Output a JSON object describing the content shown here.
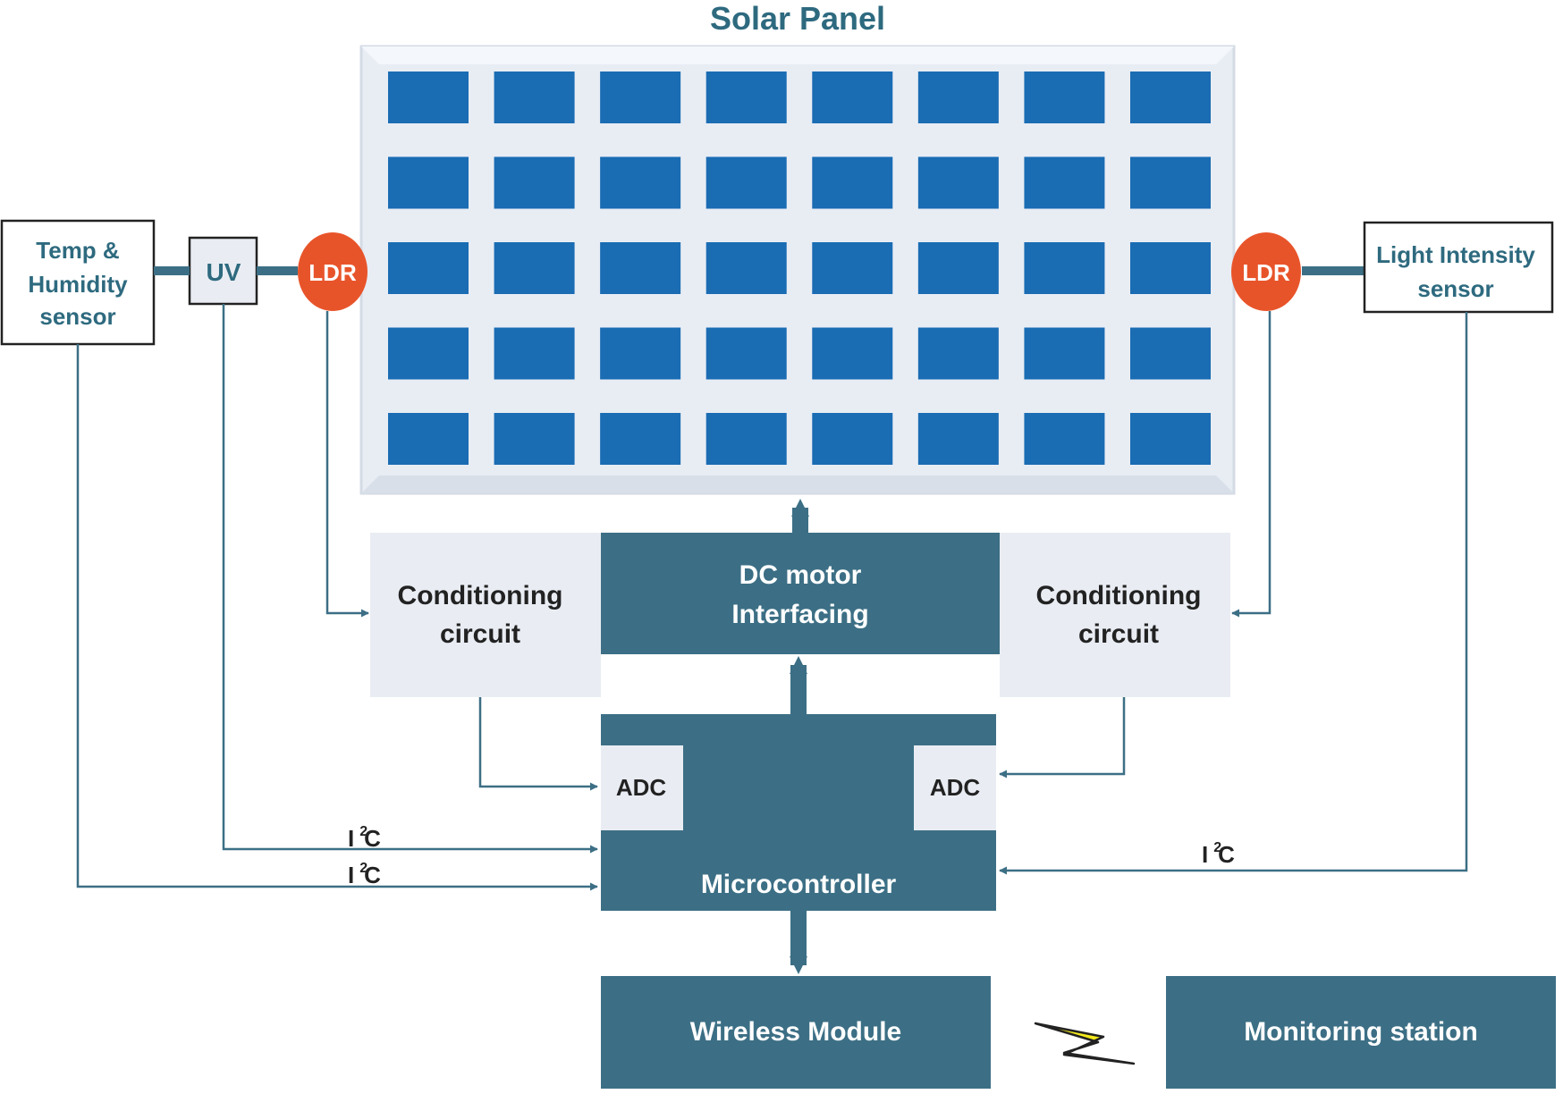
{
  "title": "Solar Panel",
  "colors": {
    "teal": "#3c6f85",
    "cell": "#1a6cb3",
    "panel": "#e8edf4",
    "light_box": "#e9edf3",
    "ldr": "#e8542a",
    "bolt": "#f4ea1c",
    "text_dark": "#222222",
    "text_teal": "#2e6a7f"
  },
  "panel": {
    "rows": 5,
    "cols": 8
  },
  "sensors": {
    "temp_humidity": [
      "Temp &",
      "Humidity",
      "sensor"
    ],
    "uv": "UV",
    "ldr_left": "LDR",
    "ldr_right": "LDR",
    "light_intensity": [
      "Light Intensity",
      "sensor"
    ]
  },
  "blocks": {
    "conditioning_left": [
      "Conditioning",
      "circuit"
    ],
    "conditioning_right": [
      "Conditioning",
      "circuit"
    ],
    "dc_motor": [
      "DC motor",
      "Interfacing"
    ],
    "adc_left": "ADC",
    "adc_right": "ADC",
    "microcontroller": "Microcontroller",
    "wireless_module": "Wireless Module",
    "monitoring_station": "Monitoring station"
  },
  "bus_labels": {
    "i2c_base": "I",
    "i2c_sup": "2",
    "i2c_tail": "C"
  }
}
